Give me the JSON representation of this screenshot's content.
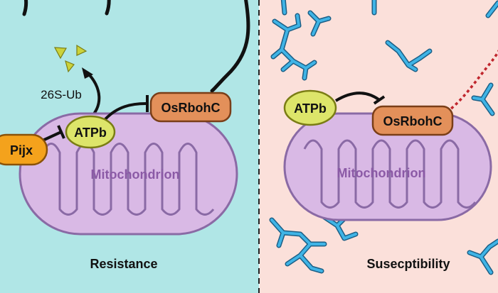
{
  "panels": {
    "left": {
      "caption": "Resistance",
      "background": "#b0e6e6",
      "proteins": {
        "pijx": "Pijx",
        "atpb": "ATPb",
        "osrbohc": "OsRbohC"
      },
      "degradation_label": "26S-Ub",
      "organelle_label": "Mitochondrion"
    },
    "right": {
      "caption": "Susecptibility",
      "background": "#fbe0da",
      "proteins": {
        "atpb": "ATPb",
        "osrbohc": "OsRbohC"
      },
      "organelle_label": "Mitochondrion"
    }
  },
  "colors": {
    "mito_fill": "#d9b9e5",
    "mito_stroke": "#8a6aa5",
    "mito_label": "#8b5aa6",
    "atpb_fill": "#dde56a",
    "osrbohc_fill": "#e3905a",
    "pijx_fill": "#f4a21c",
    "hyphae": "#2f9fd6",
    "dashed_arrow": "#c0262d",
    "fragments": "#cbd23a"
  }
}
